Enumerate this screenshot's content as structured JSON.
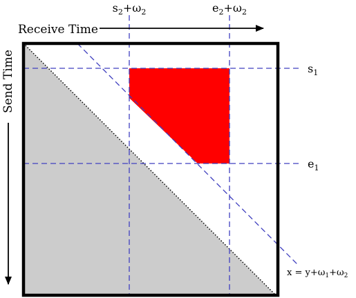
{
  "axes": {
    "receive": "Receive Time",
    "send": "Send Time"
  },
  "column_labels": {
    "s2w2": {
      "base": "s",
      "sub": "2",
      "rest": "+ω",
      "sub2": "2"
    },
    "e2w2": {
      "base": "e",
      "sub": "2",
      "rest": "+ω",
      "sub2": "2"
    }
  },
  "row_labels": {
    "s1": {
      "base": "s",
      "sub": "1"
    },
    "e1": {
      "base": "e",
      "sub": "1"
    }
  },
  "line_label": {
    "prefix": "x = y+ω",
    "sub1": "1",
    "mid": "+ω",
    "sub2": "2"
  },
  "colors": {
    "region": "#ff0000",
    "shade": "#cccccc",
    "guide": "#3f3fbf",
    "frame": "#000000"
  }
}
